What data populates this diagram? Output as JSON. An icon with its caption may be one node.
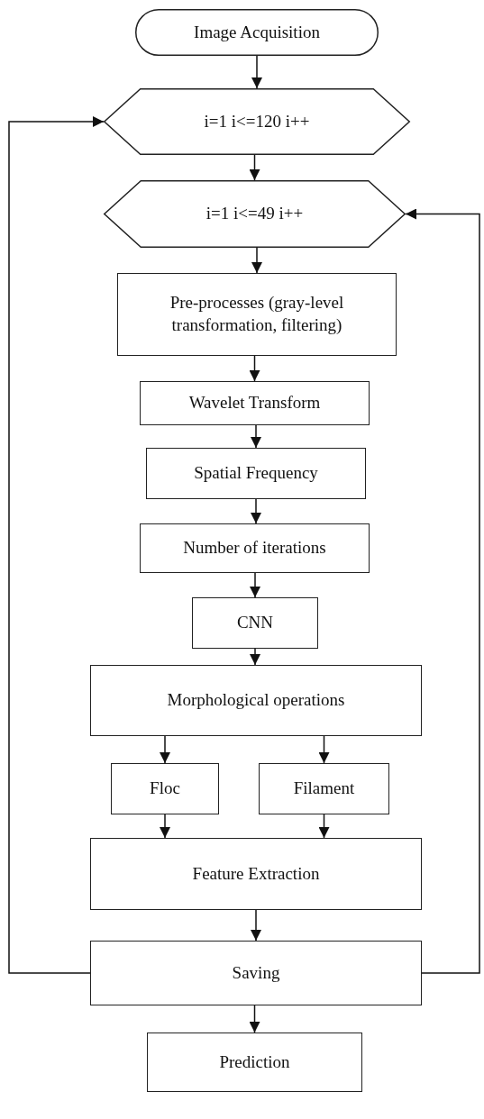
{
  "diagram": {
    "nodes": [
      {
        "text": [
          "Image Acquisition"
        ]
      },
      {
        "text": [
          "i=1 i<=120 i++"
        ]
      },
      {
        "text": [
          "i=1 i<=49 i++"
        ]
      },
      {
        "text": [
          "Pre-processes (gray-level transformation, filtering)"
        ]
      },
      {
        "text": [
          "Wavelet Transform"
        ]
      },
      {
        "text": [
          "Spatial Frequency"
        ]
      },
      {
        "text": [
          "Number of iterations"
        ]
      },
      {
        "text": [
          "CNN"
        ]
      },
      {
        "text": [
          "Morphological operations"
        ]
      },
      {
        "text": [
          "Floc"
        ]
      },
      {
        "text": [
          "Filament"
        ]
      },
      {
        "text": [
          "Feature Extraction"
        ]
      },
      {
        "text": [
          "Saving"
        ]
      },
      {
        "text": [
          "Prediction"
        ]
      }
    ],
    "edges": [
      {
        "from": 0,
        "to": 1,
        "arrow": "to"
      },
      {
        "from": 1,
        "to": 2,
        "arrow": "to"
      },
      {
        "from": 2,
        "to": 3,
        "arrow": "to"
      },
      {
        "from": 3,
        "to": 4,
        "arrow": "to"
      },
      {
        "from": 4,
        "to": 5,
        "arrow": "to"
      },
      {
        "from": 5,
        "to": 6,
        "arrow": "to"
      },
      {
        "from": 6,
        "to": 7,
        "arrow": "to"
      },
      {
        "from": 7,
        "to": 8,
        "arrow": "to"
      },
      {
        "from": 8,
        "to": 9,
        "arrow": "to"
      },
      {
        "from": 8,
        "to": 10,
        "arrow": "to"
      },
      {
        "from": 9,
        "to": 11,
        "arrow": "to"
      },
      {
        "from": 10,
        "to": 11,
        "arrow": "to"
      },
      {
        "from": 11,
        "to": 12,
        "arrow": "to"
      },
      {
        "from": 12,
        "to": 13,
        "arrow": "to"
      },
      {
        "from": 12,
        "to": 1,
        "arrow": "to"
      },
      {
        "from": 12,
        "to": 2,
        "arrow": "to"
      }
    ]
  }
}
